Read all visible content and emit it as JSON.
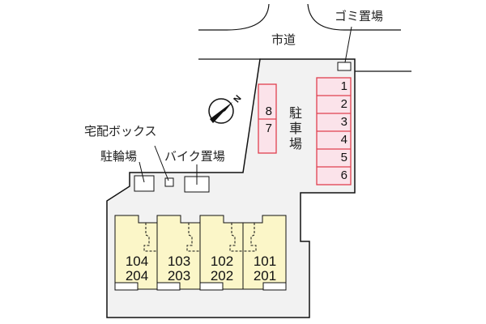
{
  "road": {
    "label": "市道"
  },
  "labels": {
    "garbage": "ゴミ置場",
    "parking": "駐車場",
    "delivery_box": "宅配ボックス",
    "bicycle": "駐輪場",
    "motorbike": "バイク置場"
  },
  "compass": {
    "letter": "N"
  },
  "parking_spaces_right": [
    "1",
    "2",
    "3",
    "4",
    "5",
    "6"
  ],
  "parking_spaces_left": [
    "8",
    "7"
  ],
  "units": [
    {
      "first": "104",
      "second": "204"
    },
    {
      "first": "103",
      "second": "203"
    },
    {
      "first": "102",
      "second": "202"
    },
    {
      "first": "101",
      "second": "201"
    }
  ],
  "colors": {
    "lot_fill": "#f2f2f2",
    "parking_fill": "#fbe3ea",
    "parking_stroke": "#e0404f",
    "unit_fill": "#fbf6c8",
    "outline": "#111111"
  }
}
